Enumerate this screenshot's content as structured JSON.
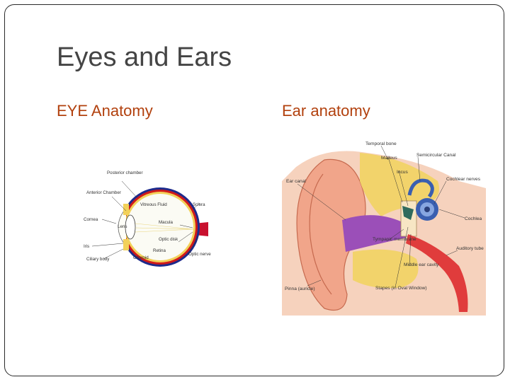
{
  "slide": {
    "title": "Eyes and Ears",
    "left_heading": "EYE Anatomy",
    "right_heading": "Ear anatomy"
  },
  "eye_diagram": {
    "labels": {
      "posterior_chamber": "Posterior chamber",
      "anterior_chamber": "Anterior Chamber",
      "cornea": "Cornea",
      "iris": "Iris",
      "ciliary_body": "Ciliary body",
      "vitreous_fluid": "Vitreous Fluid",
      "lens": "Lens",
      "sclera": "Sclera",
      "macula": "Macula",
      "optic_disk": "Optic disk",
      "retina": "Retina",
      "choroid": "Choroid",
      "optic_nerve": "Optic nerve"
    }
  },
  "ear_diagram": {
    "labels": {
      "temporal_bone": "Temporal bone",
      "malleus": "Malleus",
      "semicircular_canal": "Semicircular Canal",
      "incus": "Incus",
      "cochlear_nerves": "Cochlear nerves",
      "ear_canal": "Ear canal",
      "cochlea": "Cochlea",
      "auditory_tube": "Auditory tube",
      "tympanic_membrane": "Tympanic membrane",
      "middle_ear_cavity": "Middle ear cavity",
      "pinna": "Pinna (auricle)",
      "stapes": "Stapes (in Oval Window)"
    }
  },
  "colors": {
    "title": "#444444",
    "heading": "#b2410e",
    "frame": "#2a2a2a"
  }
}
